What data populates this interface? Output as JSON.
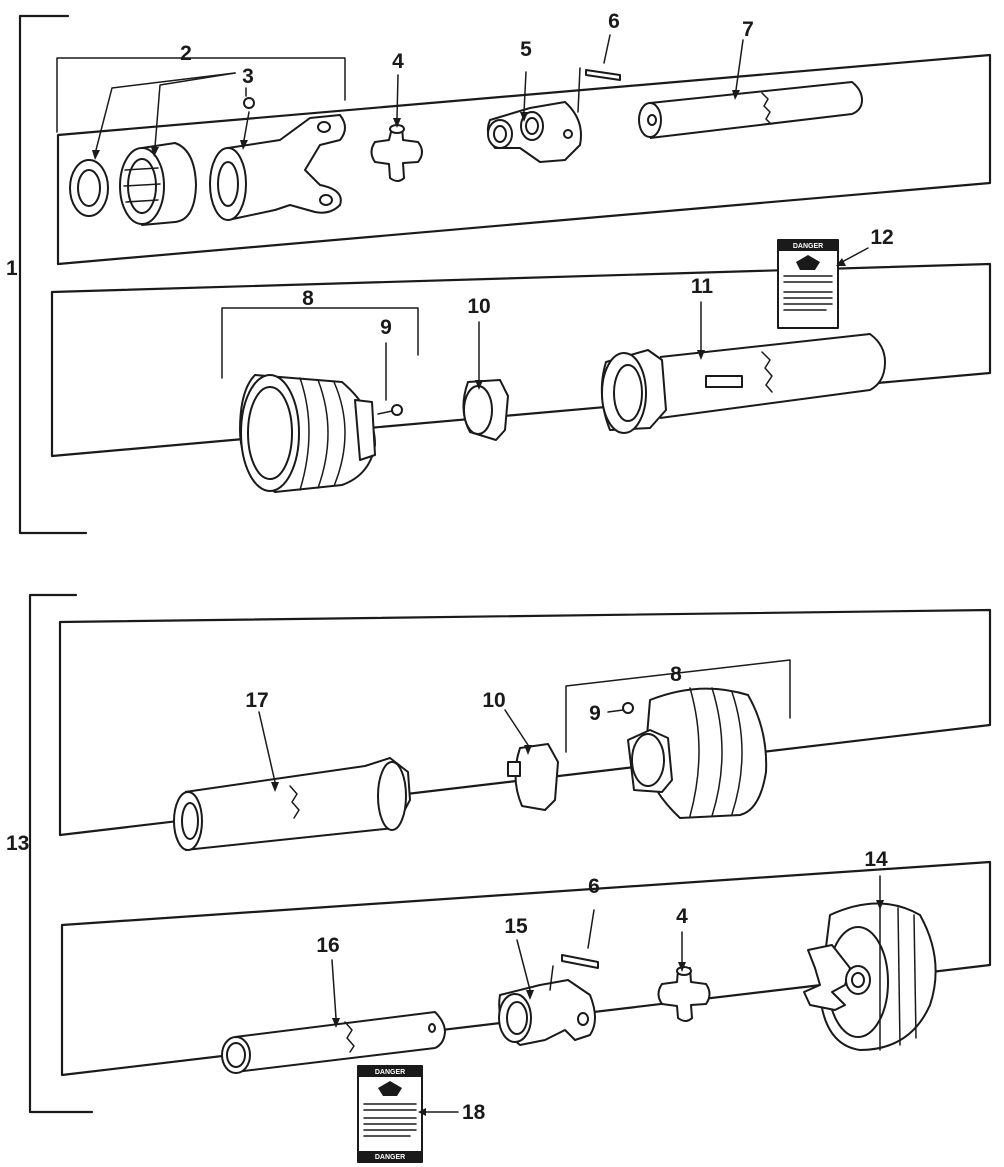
{
  "callouts": {
    "c1": "1",
    "c2": "2",
    "c3": "3",
    "c4a": "4",
    "c5": "5",
    "c6a": "6",
    "c7": "7",
    "c8a": "8",
    "c9a": "9",
    "c10a": "10",
    "c11": "11",
    "c12": "12",
    "c13": "13",
    "c17": "17",
    "c10b": "10",
    "c8b": "8",
    "c9b": "9",
    "c14": "14",
    "c16": "16",
    "c15": "15",
    "c6b": "6",
    "c4b": "4",
    "c18": "18"
  },
  "decals": {
    "top_decal_header": "DANGER",
    "bottom_decal_header": "DANGER",
    "bottom_decal_footer": "DANGER"
  },
  "colors": {
    "ink": "#1a1a1a",
    "paper": "#ffffff"
  }
}
